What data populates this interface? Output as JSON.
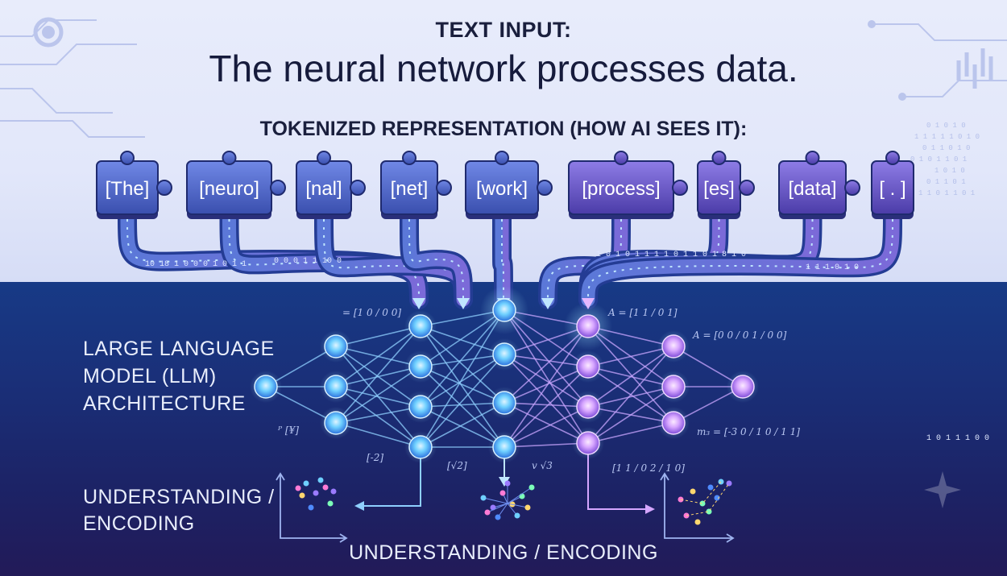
{
  "header": {
    "input_label": "TEXT INPUT:",
    "input_sentence": "The neural network processes data.",
    "tokenized_label": "TOKENIZED REPRESENTATION (HOW AI SEES IT):"
  },
  "tokens": [
    "[The]",
    "[neuro]",
    "[nal]",
    "[net]",
    "[work]",
    "[process]",
    "[es]",
    "[data]",
    "[ . ]"
  ],
  "labels": {
    "architecture_line1": "LARGE LANGUAGE",
    "architecture_line2": "MODEL (LLM)",
    "architecture_line3": "ARCHITECTURE",
    "understanding_left_line1": "UNDERSTANDING /",
    "understanding_left_line2": "ENCODING",
    "understanding_bottom": "UNDERSTANDING / ENCODING"
  },
  "binary_strings": {
    "a": "10  18 1 0 0 0 1 0 1 1",
    "b": "0 0 0 1 1 10 0",
    "c": "1 0 1 0 1 1 1 1 0 1 1 0 1 8 1 0",
    "d": "1 1 1 0 1 0",
    "e": "1 0 1 1 1 0 0"
  },
  "math_labels": {
    "m1": "= [1 0 / 0 0]",
    "m2": "A = [1 1 / 0 1]",
    "m3": "A = [0 0 / 0 1 / 0 0]",
    "m4": "m₃ = [-3 0 / 1 0 / 1 1]",
    "m5": "[1 1 / 0 2 / 1 0]",
    "sqrt2": "[√2]",
    "sqrt3": "v √3",
    "vx": "ᴾ [¥]",
    "neg2": "[-2]"
  },
  "colors": {
    "token_blue": "#3a5fd0",
    "token_purple": "#6a56c8",
    "pipe_outer": "#2b4aa8",
    "pipe_inner": "#6f8ff0",
    "node_blue": "#5fb8ff",
    "node_purple": "#c79bff",
    "heading_text": "#1a1f3d"
  }
}
